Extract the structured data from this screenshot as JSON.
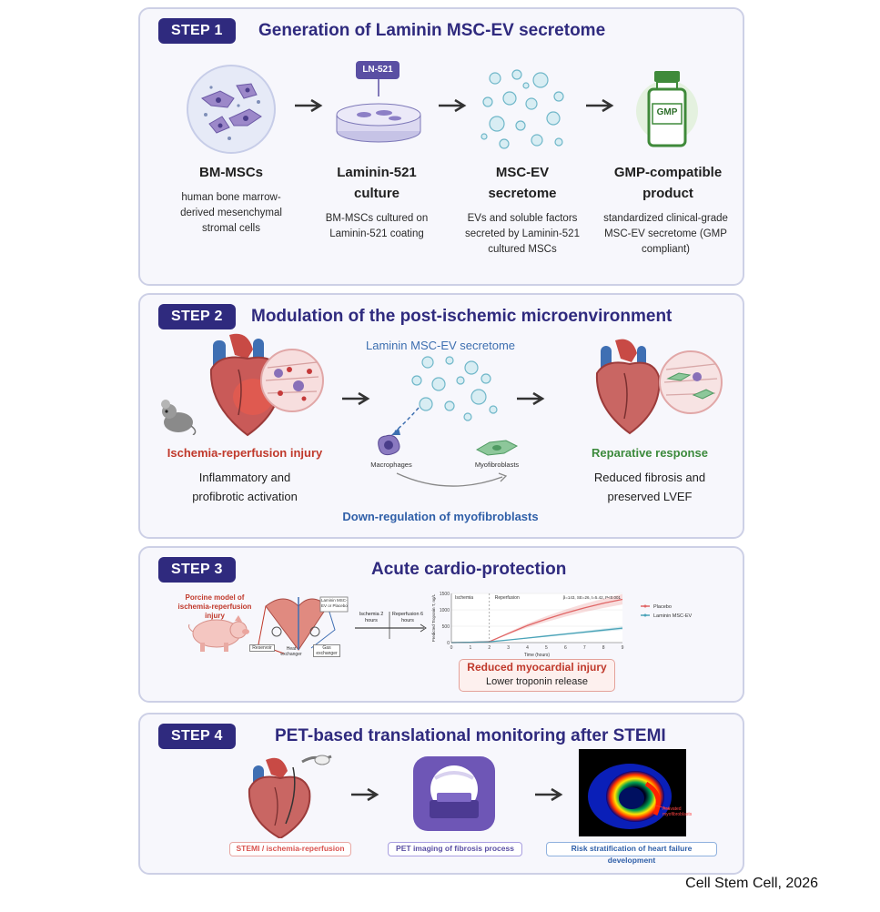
{
  "step1": {
    "badge": "STEP 1",
    "title": "Generation of Laminin MSC-EV secretome",
    "items": [
      {
        "label": "BM-MSCs",
        "desc": "human bone marrow-derived mesenchymal stromal cells"
      },
      {
        "label": "Laminin-521 culture",
        "desc": "BM-MSCs cultured on Laminin-521 coating"
      },
      {
        "label": "MSC-EV secretome",
        "desc": "EVs and soluble factors secreted by Laminin-521 cultured MSCs"
      },
      {
        "label": "GMP-compatible product",
        "desc": "standardized clinical-grade MSC-EV secretome (GMP compliant)"
      }
    ],
    "ln_tag": "LN-521",
    "gmp_label": "GMP"
  },
  "step2": {
    "badge": "STEP 2",
    "title": "Modulation of the post-ischemic microenvironment",
    "secretome_label": "Laminin MSC-EV secretome",
    "injury_label": "Ischemia-reperfusion injury",
    "injury_desc": "Inflammatory and profibrotic activation",
    "macrophages": "Macrophages",
    "myofibroblasts": "Myofibroblasts",
    "downreg": "Down-regulation of myofibroblasts",
    "response_label": "Reparative response",
    "response_desc": "Reduced fibrosis and preserved LVEF"
  },
  "step3": {
    "badge": "STEP 3",
    "title": "Acute cardio-protection",
    "model_label": "Porcine model of ischemia-reperfusion injury",
    "device_label": "Laminin MSC-EV or Placebo",
    "reservoir": "Reservoir",
    "heat_exchanger": "Heat exchanger",
    "gas_exchanger": "Gas exchanger",
    "ischemia_time": "Ischemia 2 hours",
    "reperfusion_time": "Reperfusion 6 hours",
    "result_label": "Reduced myocardial injury",
    "result_desc": "Lower troponin release"
  },
  "step4": {
    "badge": "STEP 4",
    "title": "PET-based translational monitoring after STEMI",
    "tags": [
      "STEMI / ischemia-reperfusion",
      "PET imaging of fibrosis process",
      "Risk stratification of heart failure development"
    ],
    "pet_annotation": "Activated myofibroblasts"
  },
  "credit": "Cell Stem Cell, 2026",
  "chart_data": {
    "type": "line",
    "title": "",
    "xlabel": "Time (hours)",
    "ylabel": "Predicted Troponin T, ng/L",
    "xlim": [
      0,
      9
    ],
    "ylim": [
      0,
      1500
    ],
    "x_ticks": [
      0,
      1,
      2,
      3,
      4,
      5,
      6,
      7,
      8,
      9
    ],
    "y_ticks": [
      0,
      500,
      1000,
      1500
    ],
    "phases": [
      "Ischemia",
      "Reperfusion"
    ],
    "phase_boundary_x": 2,
    "stats": "β=143, SE=26, t=5.42, P<0.001",
    "legend_position": "right",
    "x": [
      0,
      1,
      2,
      3,
      4,
      5,
      6,
      7,
      8,
      9
    ],
    "series": [
      {
        "name": "Placebo",
        "color": "#e06666",
        "values": [
          0,
          10,
          30,
          280,
          520,
          720,
          900,
          1060,
          1200,
          1320
        ]
      },
      {
        "name": "Laminin MSC-EV",
        "color": "#4aa3b8",
        "values": [
          0,
          10,
          25,
          80,
          140,
          200,
          260,
          320,
          380,
          440
        ]
      }
    ]
  }
}
